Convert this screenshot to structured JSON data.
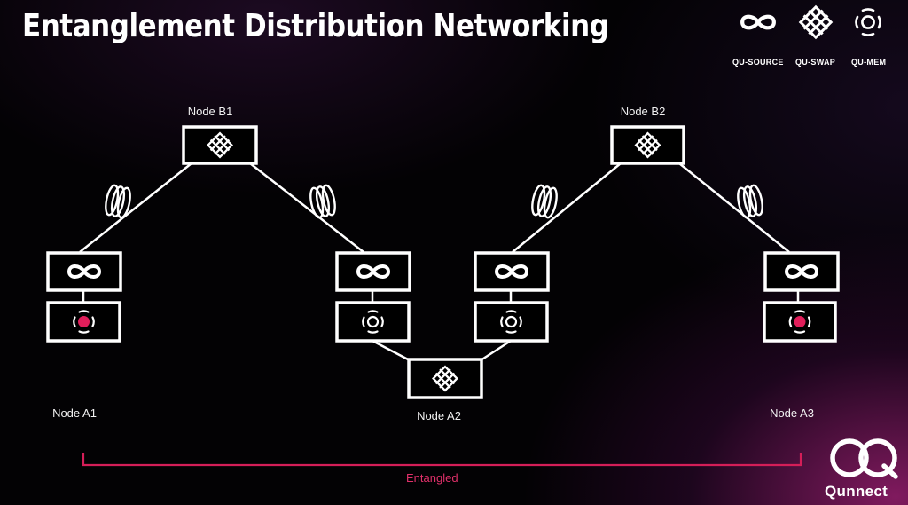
{
  "title": "Entanglement Distribution Networking",
  "legend": {
    "source": "QU-SOURCE",
    "swap": "QU-SWAP",
    "mem": "QU-MEM"
  },
  "nodes": {
    "b1": "Node B1",
    "b2": "Node B2",
    "a1": "Node A1",
    "a2": "Node A2",
    "a3": "Node A3"
  },
  "entangled_label": "Entangled",
  "brand": "Qunnect",
  "colors": {
    "accent": "#e01e5a",
    "stroke": "#ffffff",
    "background": "#000000"
  }
}
